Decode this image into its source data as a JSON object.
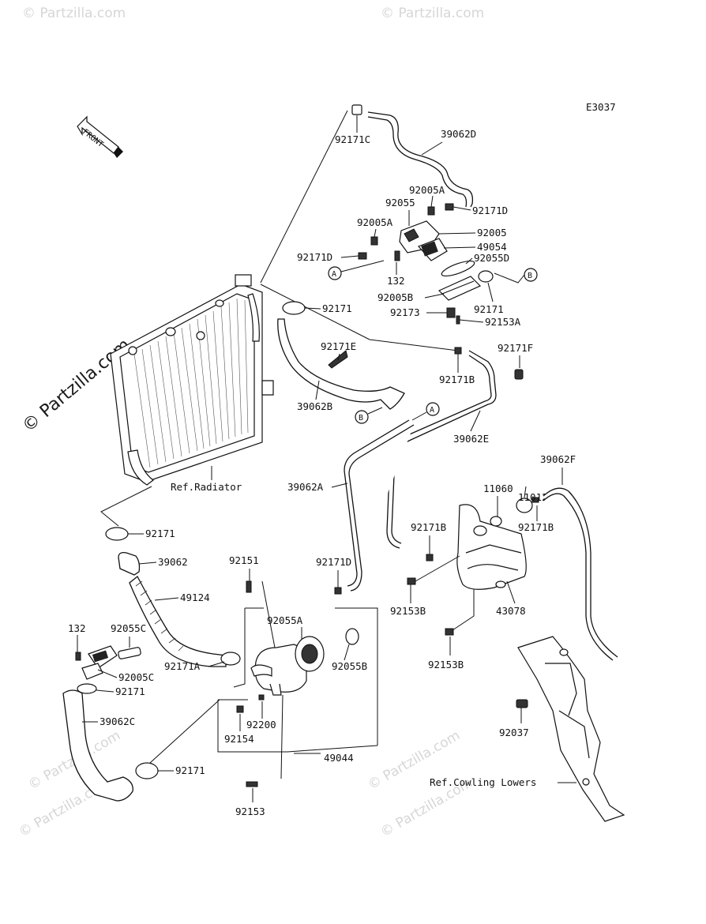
{
  "diagram_code": "E3037",
  "front_label": "FRONT",
  "watermarks": {
    "main": "© Partzilla.com",
    "faint": "© Partzilla.com"
  },
  "callouts": {
    "a": "A",
    "b": "B"
  },
  "labels": {
    "p92171C": "92171C",
    "p39062D": "39062D",
    "p92005A_top": "92005A",
    "p92055_top": "92055",
    "p92171D_right": "92171D",
    "p92005A_left": "92005A",
    "p92005": "92005",
    "p49054": "49054",
    "p92171D_left": "92171D",
    "p92055D": "92055D",
    "p132_top": "132",
    "p92005B": "92005B",
    "p92171_thermo": "92171",
    "p92173": "92173",
    "p92153A": "92153A",
    "p92171_upper": "92171",
    "p92171E": "92171E",
    "p92171F": "92171F",
    "p92171B_mid": "92171B",
    "p39062B": "39062B",
    "p39062E": "39062E",
    "ref_radiator": "Ref.Radiator",
    "p39062A": "39062A",
    "p39062F": "39062F",
    "p11012": "11012",
    "p11060": "11060",
    "p92171B_right": "92171B",
    "p92171B_left": "92171B",
    "p92171_lower": "92171",
    "p39062": "39062",
    "p92151": "92151",
    "p92171D_lower": "92171D",
    "p49124": "49124",
    "p92153B_upper": "92153B",
    "p43078": "43078",
    "p132_lower": "132",
    "p92055C": "92055C",
    "p92055A": "92055A",
    "p92171A": "92171A",
    "p92055B": "92055B",
    "p92005C": "92005C",
    "p92171_left": "92171",
    "p92153B_lower": "92153B",
    "p39062C": "39062C",
    "p92200": "92200",
    "p92154": "92154",
    "p92037": "92037",
    "p92171_bottom": "92171",
    "p49044": "49044",
    "ref_cowling": "Ref.Cowling Lowers",
    "p92153": "92153"
  }
}
